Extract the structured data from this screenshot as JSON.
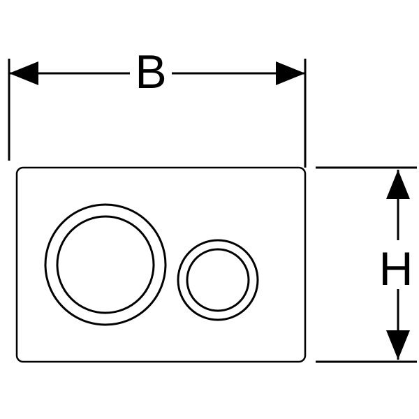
{
  "diagram": {
    "title": "flush-plate-dimension-drawing",
    "width_label": "B",
    "height_label": "H",
    "line_color": "#000000",
    "background_color": "#ffffff"
  }
}
